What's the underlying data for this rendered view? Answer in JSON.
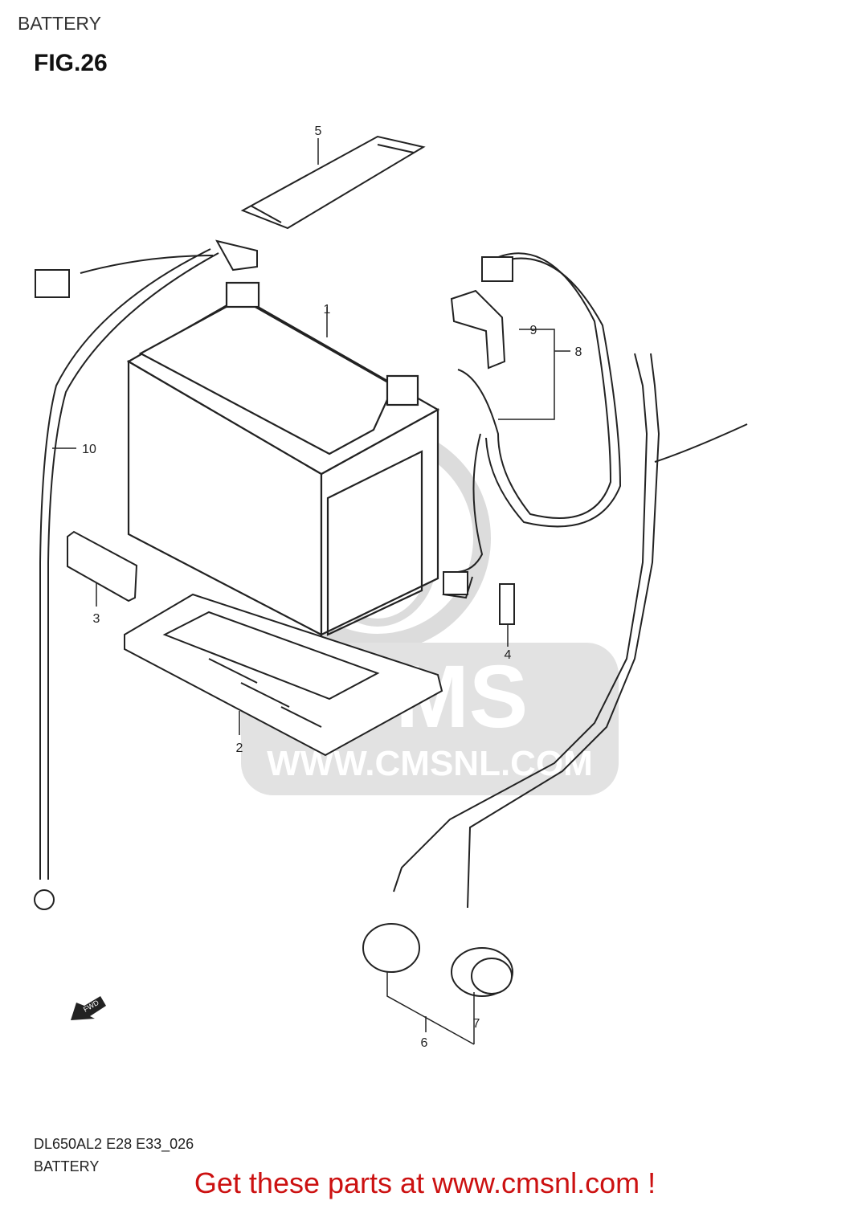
{
  "header": {
    "section_title": "BATTERY",
    "figure_label": "FIG.26"
  },
  "callouts": {
    "c1": "1",
    "c2": "2",
    "c3": "3",
    "c4": "4",
    "c5": "5",
    "c6": "6",
    "c7": "7",
    "c8": "8",
    "c9": "9",
    "c10": "10"
  },
  "fwd_label": "FWD",
  "watermark": {
    "brand": "CMS",
    "url": "WWW.CMSNL.COM"
  },
  "footer": {
    "model_code": "DL650AL2 E28 E33_026",
    "title": "BATTERY",
    "cta": "Get these parts at www.cmsnl.com !"
  },
  "colors": {
    "line": "#222222",
    "cta": "#cc1111",
    "watermark": "#d6d6d6"
  }
}
